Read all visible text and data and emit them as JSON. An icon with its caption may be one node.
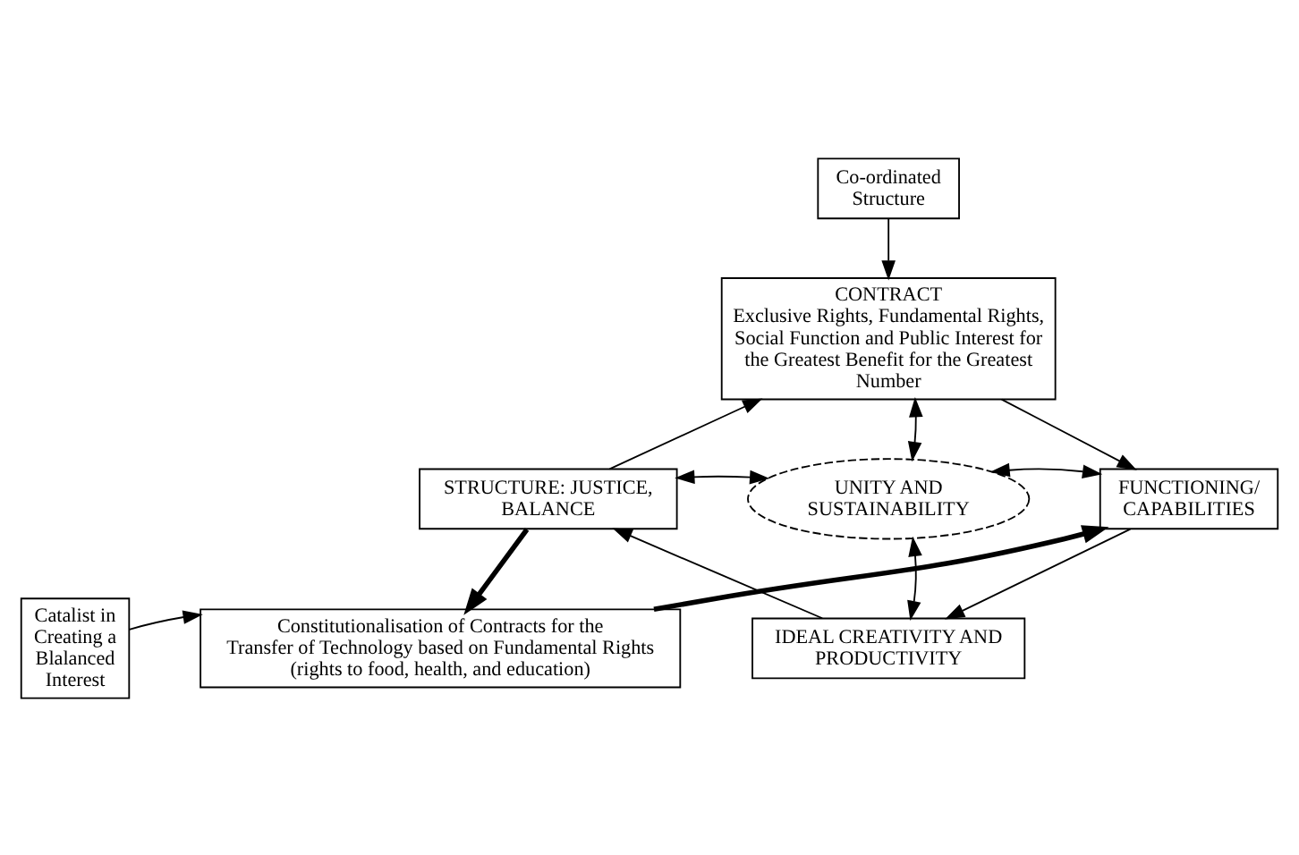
{
  "diagram": {
    "nodes": [
      {
        "text": [
          "Co-ordinated Structure"
        ]
      },
      {
        "text": [
          "CONTRACT",
          "Exclusive Rights, Fundamental Rights, Social Function and Public Interest for the Greatest Benefit for the Greatest Number"
        ]
      },
      {
        "text": [
          "STRUCTURE: JUSTICE, BALANCE"
        ]
      },
      {
        "text": [
          "UNITY AND SUSTAINABILITY"
        ]
      },
      {
        "text": [
          "FUNCTIONING/ CAPABILITIES"
        ]
      },
      {
        "text": [
          "IDEAL CREATIVITY AND PRODUCTIVITY"
        ]
      },
      {
        "text": [
          "Catalist in Creating a Blalanced Interest"
        ]
      },
      {
        "text": [
          "Constitutionalisation of Contracts for the Transfer of Technology based on Fundamental Rights (rights to food, health, and education)"
        ]
      }
    ],
    "edges": [
      {
        "from": 0,
        "to": 1,
        "arrow": "to"
      },
      {
        "from": 2,
        "to": 1,
        "arrow": "to"
      },
      {
        "from": 1,
        "to": 4,
        "arrow": "to"
      },
      {
        "from": 4,
        "to": 5,
        "arrow": "to"
      },
      {
        "from": 5,
        "to": 2,
        "arrow": "to"
      },
      {
        "from": 1,
        "to": 3,
        "arrow": "both"
      },
      {
        "from": 2,
        "to": 3,
        "arrow": "both"
      },
      {
        "from": 3,
        "to": 4,
        "arrow": "both"
      },
      {
        "from": 3,
        "to": 5,
        "arrow": "both"
      },
      {
        "from": 2,
        "to": 7,
        "arrow": "to",
        "style": "thick"
      },
      {
        "from": 7,
        "to": 4,
        "arrow": "to",
        "style": "thick"
      },
      {
        "from": 6,
        "to": 7,
        "arrow": "to"
      }
    ]
  }
}
